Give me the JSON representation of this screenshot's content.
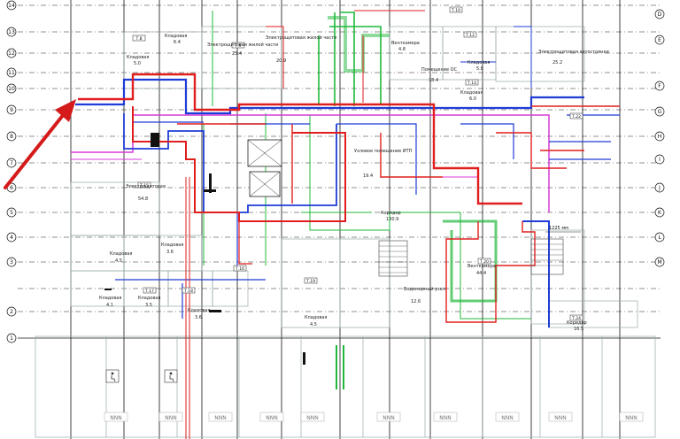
{
  "axes": {
    "left": [
      "14",
      "13",
      "12",
      "11",
      "10",
      "9",
      "8",
      "7",
      "6",
      "5",
      "4",
      "3",
      "2",
      "1"
    ],
    "right": [
      "D",
      "E",
      "F",
      "G",
      "H",
      "I",
      "J",
      "K",
      "L",
      "M"
    ]
  },
  "rooms": [
    {
      "name": "Кладовая",
      "area": "6.4"
    },
    {
      "name": "Кладовая",
      "area": "5.0"
    },
    {
      "name": "Электрощитовая жилой части",
      "area": "25.4"
    },
    {
      "name": "Электрощитовая жилой части",
      "area": "20.9"
    },
    {
      "name": "Венткамера",
      "area": "4.8"
    },
    {
      "name": "Кладовая",
      "area": "5.8"
    },
    {
      "name": "Кладовая",
      "area": "6.0"
    },
    {
      "name": "Помещение ОС",
      "area": "18.4"
    },
    {
      "name": "Электрощитовая автостоянки",
      "area": "25.2"
    },
    {
      "name": "Узловое помещение ИТП",
      "area": "19.4"
    },
    {
      "name": "Электрощитовая",
      "area": "54.8"
    },
    {
      "name": "Коридор",
      "area": "130.9"
    },
    {
      "name": "Венткамера",
      "area": "44.4"
    },
    {
      "name": "Водомерный узел",
      "area": "12.6"
    },
    {
      "name": "Кладовая",
      "area": "4.5"
    },
    {
      "name": "Коридор",
      "area": "16.5"
    },
    {
      "name": "Кладовая",
      "area": "3.6"
    },
    {
      "name": "Кладовая",
      "area": "4.1"
    },
    {
      "name": "Кладовая",
      "area": "3.5"
    },
    {
      "name": "Кладовая",
      "area": "3.6"
    },
    {
      "name": "Кладовая",
      "area": "4.5"
    }
  ],
  "tags": [
    "Т.8",
    "Т.9",
    "Т.10",
    "Т.12",
    "Т.14",
    "Т.15",
    "Т.16",
    "Т.17",
    "Т.18",
    "Т.19",
    "Т.20",
    "Т.22",
    "Т.24"
  ],
  "annotations": {
    "dimension": "1225 мм",
    "nnn": "NNN"
  },
  "colors": {
    "supply": "#e01e1e",
    "exhaust": "#1f3cd6",
    "water": "#1fb83a",
    "smoke": "#d83ad8",
    "arrow": "#d41a1a"
  }
}
